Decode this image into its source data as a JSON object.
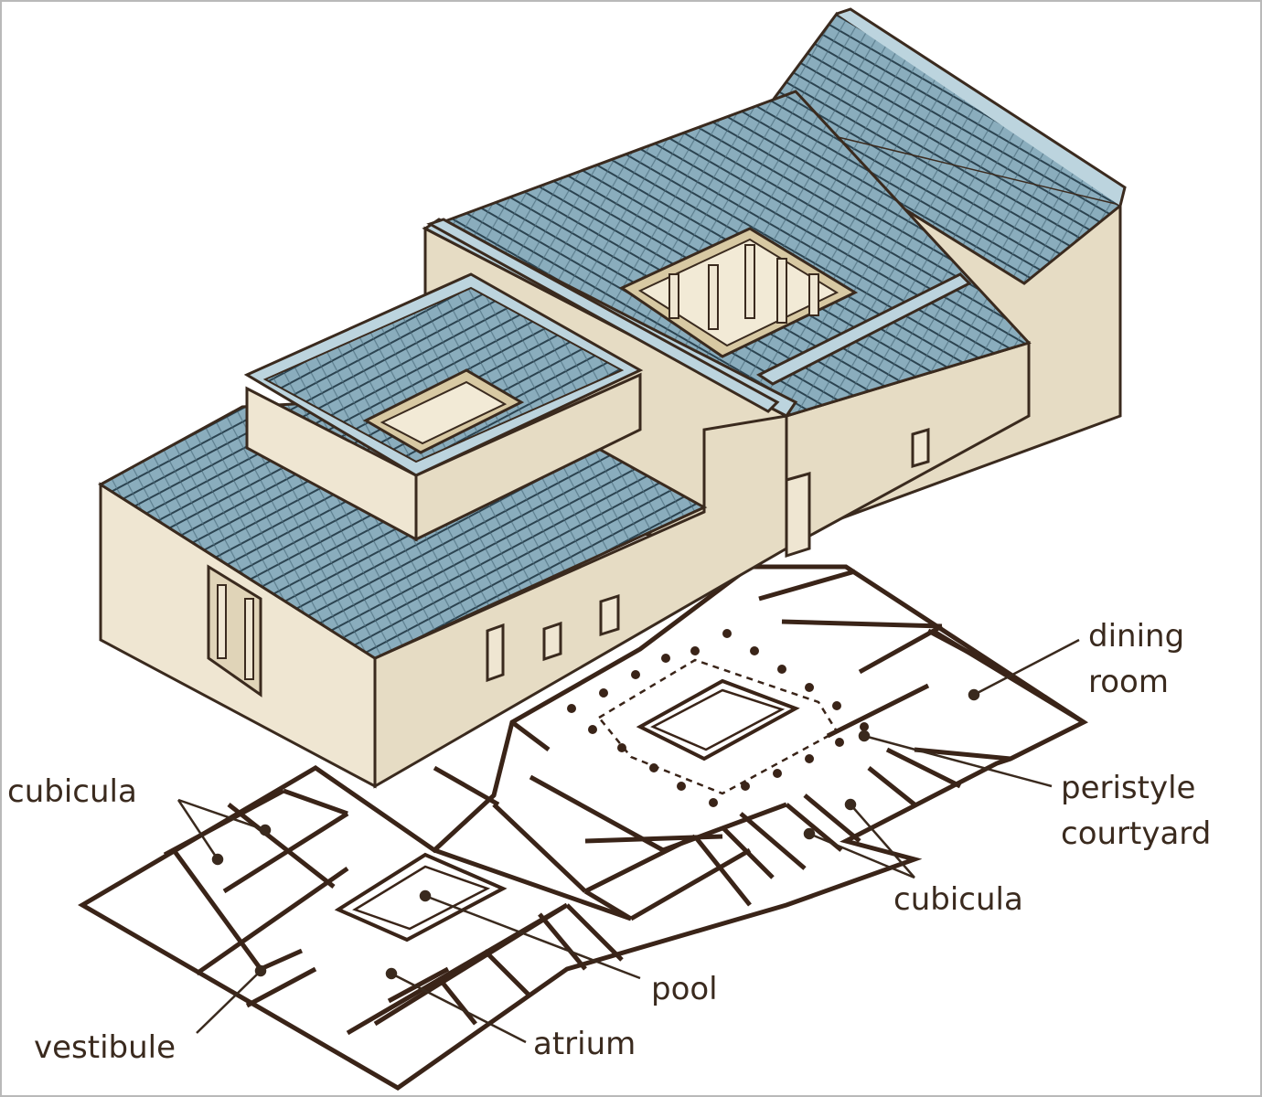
{
  "labels": {
    "dining": [
      "dining",
      "room"
    ],
    "peristyle": [
      "peristyle",
      "courtyard"
    ],
    "cubicula_left": "cubicula",
    "cubicula_right": "cubicula",
    "pool": "pool",
    "atrium": "atrium",
    "vestibule": "vestibule"
  },
  "colors": {
    "wall_front": "#e6dcc4",
    "wall_side": "#efe6d2",
    "roof": "#8aadbd",
    "roof_ridge": "#bcd4de",
    "outline": "#3a2a1e",
    "plan_line": "#3a2418"
  }
}
